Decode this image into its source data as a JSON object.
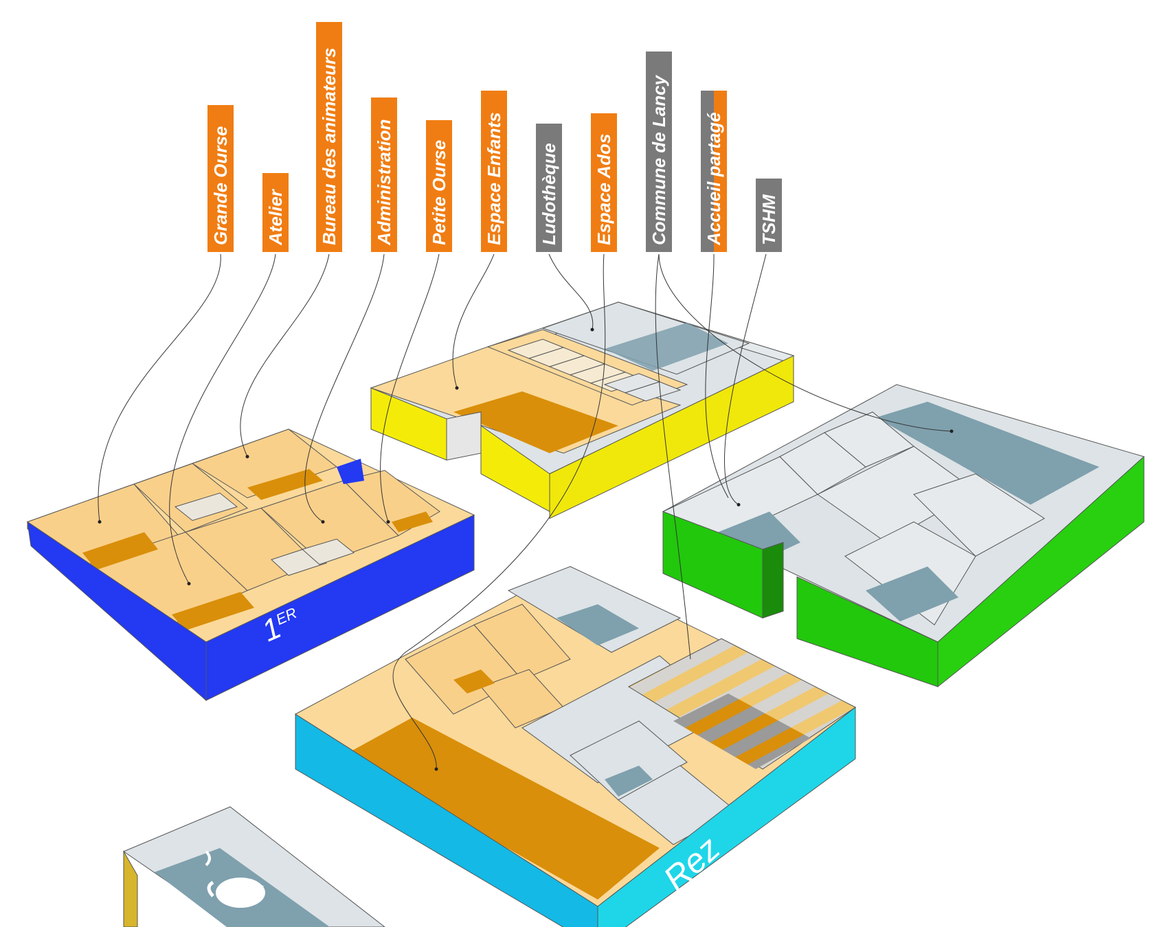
{
  "colors": {
    "tag_orange": "#f07d13",
    "tag_grey": "#7a7a7a",
    "room_light": "#fbd99a",
    "room_floor": "#d98f0a",
    "shared_light": "#dde3e6",
    "shared_floor": "#7fa0ad",
    "floor_1er": "#2339f2",
    "floor_rez": "#14b9e6",
    "floor_yellow": "#f4ec08",
    "floor_green": "#22c80c",
    "floor_cafe": "#d7b52c"
  },
  "tags": [
    {
      "id": "grande-ourse",
      "label": "Grande Ourse",
      "color": "orange"
    },
    {
      "id": "atelier",
      "label": "Atelier",
      "color": "orange"
    },
    {
      "id": "bureau",
      "label": "Bureau des animateurs",
      "color": "orange"
    },
    {
      "id": "administration",
      "label": "Administration",
      "color": "orange"
    },
    {
      "id": "petite-ourse",
      "label": "Petite Ourse",
      "color": "orange"
    },
    {
      "id": "espace-enfants",
      "label": "Espace Enfants",
      "color": "orange"
    },
    {
      "id": "ludotheque",
      "label": "Ludothèque",
      "color": "grey"
    },
    {
      "id": "espace-ados",
      "label": "Espace Ados",
      "color": "orange"
    },
    {
      "id": "commune-lancy",
      "label": "Commune de Lancy",
      "color": "grey"
    },
    {
      "id": "accueil-partage",
      "label": "Accueil partagé",
      "color": "split"
    },
    {
      "id": "tshm",
      "label": "TSHM",
      "color": "grey"
    }
  ],
  "floors": {
    "first": {
      "label": "1",
      "sup": "ER"
    },
    "rez": {
      "label": "Rez"
    }
  },
  "icons": {
    "cafe": "coffee-cup-icon"
  }
}
